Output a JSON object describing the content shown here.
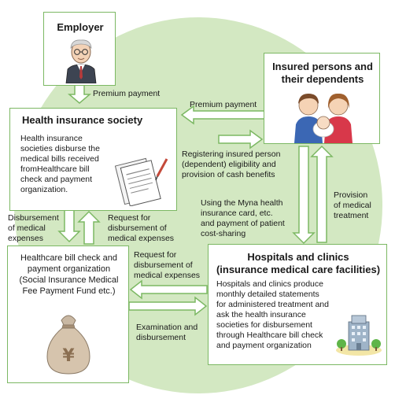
{
  "employer": {
    "title": "Employer"
  },
  "insured": {
    "title_line1": "Insured persons and",
    "title_line2": "their dependents"
  },
  "society": {
    "title": "Health insurance society",
    "desc": [
      "Health insurance",
      "societies disburse the",
      "medical bills received",
      "fromHealthcare bill",
      "check and payment",
      "organization."
    ]
  },
  "fund": {
    "title_lines": [
      "Healthcare bill check and",
      "payment organization",
      "(Social Insurance Medical",
      "Fee Payment Fund etc.)"
    ]
  },
  "hospitals": {
    "title_line1": "Hospitals and clinics",
    "title_line2": "(insurance medical care facilities)",
    "desc": [
      "Hospitals and clinics produce",
      "monthly detailed statements",
      "for administered treatment and",
      "ask the health insurance",
      "societies for disbursement",
      "through Healthcare bill check",
      "and payment organization"
    ]
  },
  "labels": {
    "premium_employer": "Premium payment",
    "premium_insured": "Premium payment",
    "registering": [
      "Registering insured person",
      "(dependent) eligibility and",
      "provision of cash benefits"
    ],
    "myna": [
      "Using the Myna health",
      "insurance card, etc.",
      "and payment of patient",
      "cost-sharing"
    ],
    "provision": [
      "Provision",
      "of medical",
      "treatment"
    ],
    "disbursement": [
      "Disbursement",
      "of medical",
      "expenses"
    ],
    "request_upper": [
      "Request for",
      "disbursement of",
      "medical expenses"
    ],
    "request_lower": [
      "Request for",
      "disbursement of",
      "medical expenses"
    ],
    "examination": [
      "Examination and",
      "disbursement"
    ]
  },
  "icons": {
    "employer": "elderly-man-icon",
    "family": "family-icon",
    "documents": "documents-icon",
    "money_bag": "yen-money-bag-icon",
    "hospital": "hospital-building-icon"
  },
  "colors": {
    "border": "#7cb863",
    "circle": "#d3e8c2",
    "arrow_fill": "#ffffff"
  }
}
